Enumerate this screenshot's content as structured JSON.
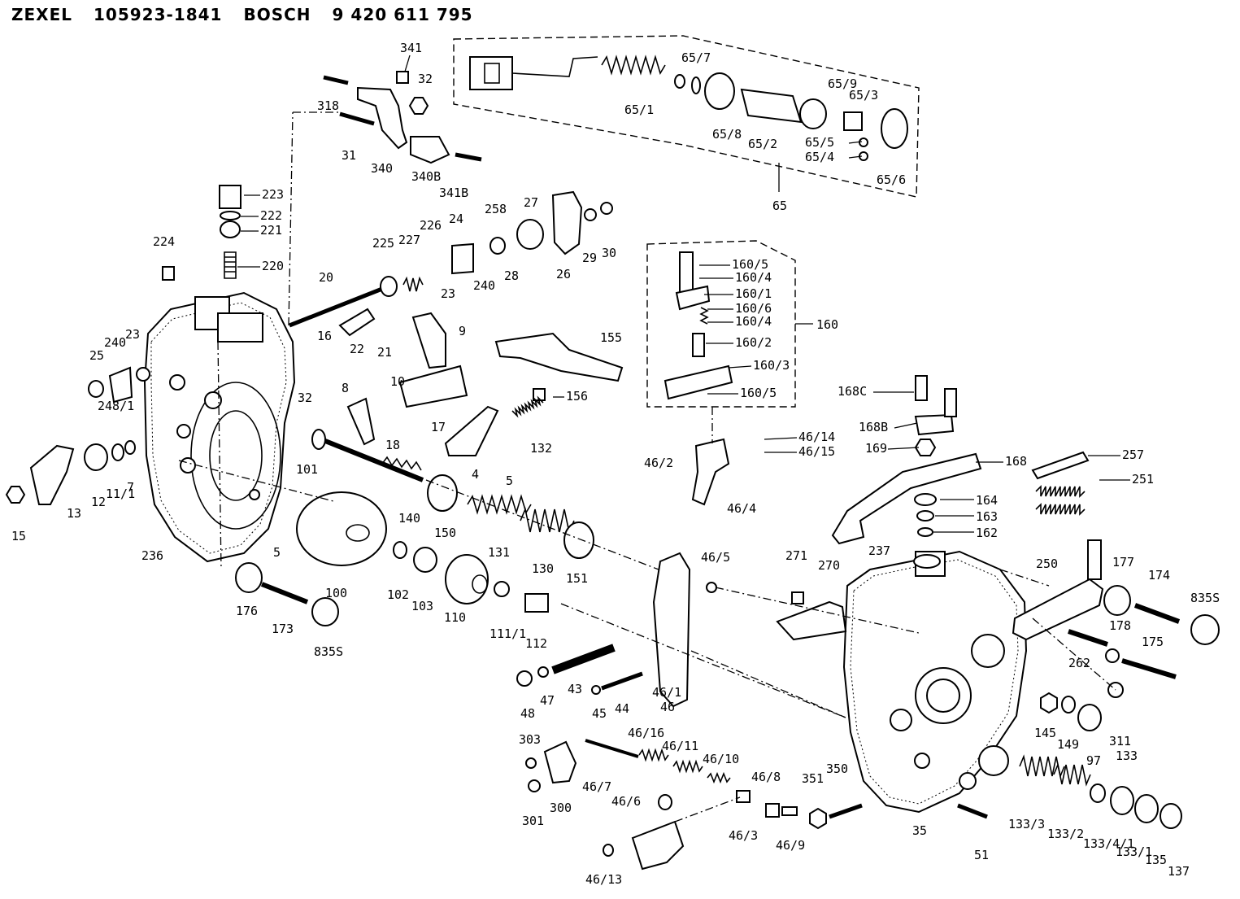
{
  "header": {
    "brand1": "ZEXEL",
    "part1": "105923-1841",
    "brand2": "BOSCH",
    "part2": "9 420 611 795"
  },
  "labels": {
    "l341": "341",
    "l32a": "32",
    "l318": "318",
    "l31": "31",
    "l340": "340",
    "l340b": "340B",
    "l341b": "341B",
    "l223": "223",
    "l222": "222",
    "l221": "221",
    "l220": "220",
    "l224": "224",
    "l20": "20",
    "l225": "225",
    "l227": "227",
    "l226": "226",
    "l24": "24",
    "l258": "258",
    "l27": "27",
    "l29": "29",
    "l30": "30",
    "l23a": "23",
    "l240a": "240",
    "l28": "28",
    "l26": "26",
    "l22": "22",
    "l21": "21",
    "l16": "16",
    "l9": "9",
    "l32b": "32",
    "l25": "25",
    "l240b": "240",
    "l23b": "23",
    "l248": "248/1",
    "l8": "8",
    "l10": "10",
    "l17": "17",
    "l18": "18",
    "l155": "155",
    "l156": "156",
    "l132": "132",
    "l4": "4",
    "l5a": "5",
    "l15": "15",
    "l13": "13",
    "l12": "12",
    "l11_1": "11/1",
    "l7": "7",
    "l236": "236",
    "l101": "101",
    "l5b": "5",
    "l140": "140",
    "l150": "150",
    "l131": "131",
    "l130": "130",
    "l151": "151",
    "l100": "100",
    "l102": "102",
    "l103": "103",
    "l110": "110",
    "l111": "111/1",
    "l112": "112",
    "l176": "176",
    "l173": "173",
    "l835a": "835S",
    "l65_7": "65/7",
    "l65_1": "65/1",
    "l65_8": "65/8",
    "l65_2": "65/2",
    "l65_9": "65/9",
    "l65_3": "65/3",
    "l65_5": "65/5",
    "l65_4": "65/4",
    "l65_6": "65/6",
    "l65": "65",
    "l160_5a": "160/5",
    "l160_4a": "160/4",
    "l160_1": "160/1",
    "l160_6": "160/6",
    "l160_4b": "160/4",
    "l160_2": "160/2",
    "l160_3": "160/3",
    "l160_5b": "160/5",
    "l160": "160",
    "l168c": "168C",
    "l168b": "168B",
    "l169": "169",
    "l168": "168",
    "l257": "257",
    "l251": "251",
    "l164": "164",
    "l163": "163",
    "l162": "162",
    "l46_14": "46/14",
    "l46_15": "46/15",
    "l46_2": "46/2",
    "l46_4": "46/4",
    "l46_5": "46/5",
    "l271": "271",
    "l270": "270",
    "l237": "237",
    "l250": "250",
    "l177": "177",
    "l174": "174",
    "l835b": "835S",
    "l178": "178",
    "l175": "175",
    "l262": "262",
    "l48": "48",
    "l47": "47",
    "l43": "43",
    "l45": "45",
    "l44": "44",
    "l46_1": "46/1",
    "l46": "46",
    "l145": "145",
    "l149": "149",
    "l97": "97",
    "l311": "311",
    "l133": "133",
    "l303": "303",
    "l301": "301",
    "l300": "300",
    "l46_7": "46/7",
    "l46_16": "46/16",
    "l46_11": "46/11",
    "l46_10": "46/10",
    "l46_6": "46/6",
    "l46_8": "46/8",
    "l46_3": "46/3",
    "l46_9": "46/9",
    "l351": "351",
    "l350": "350",
    "l35": "35",
    "l51": "51",
    "l46_13": "46/13",
    "l133_3": "133/3",
    "l133_2": "133/2",
    "l133_4": "133/4/1",
    "l133_1": "133/1",
    "l135": "135",
    "l137": "137"
  }
}
